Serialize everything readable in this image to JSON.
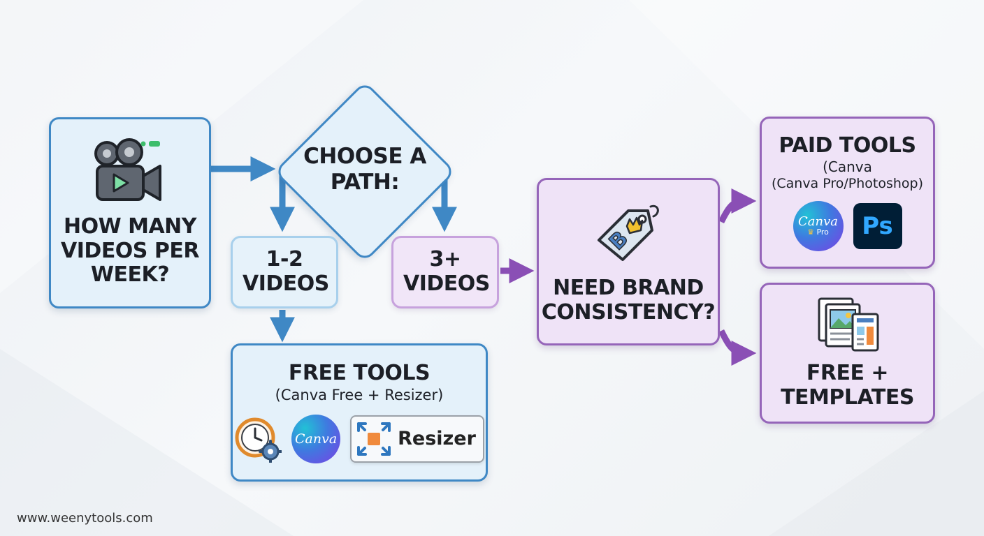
{
  "nodes": {
    "videos_question": {
      "label": "HOW MANY VIDEOS PER WEEK?"
    },
    "choose_path": {
      "label": "CHOOSE A PATH:"
    },
    "low_volume": {
      "label": "1-2 VIDEOS"
    },
    "high_volume": {
      "label": "3+ VIDEOS"
    },
    "free_tools": {
      "title": "FREE TOOLS",
      "subtitle": "(Canva Free + Resizer)",
      "resizer_label": "Resizer",
      "canva_label": "Canva"
    },
    "brand_question": {
      "label": "NEED BRAND CONSISTENCY?"
    },
    "paid_tools": {
      "title": "PAID TOOLS",
      "subtitle_line1": "(Canva",
      "subtitle_line2": "(Canva Pro/Photoshop)",
      "canva_label": "Canva",
      "canva_pro_label": "Pro",
      "ps_label": "Ps"
    },
    "free_templates": {
      "label": "FREE + TEMPLATES"
    }
  },
  "footer": {
    "url": "www.weenytools.com"
  },
  "colors": {
    "blue_border": "#3f88c5",
    "blue_fill": "#e4f1fa",
    "purple_border": "#9565b9",
    "purple_fill": "#efe3f7",
    "blue_arrow": "#3f88c5",
    "purple_arrow": "#8a4fb5"
  },
  "icons": {
    "videos_question": "video-camera-icon",
    "brand_question": "brand-tag-icon",
    "free_tools": [
      "clock-gear-icon",
      "canva-logo",
      "resize-arrows-icon"
    ],
    "paid_tools": [
      "canva-pro-logo",
      "photoshop-logo"
    ],
    "free_templates": "templates-documents-icon"
  }
}
